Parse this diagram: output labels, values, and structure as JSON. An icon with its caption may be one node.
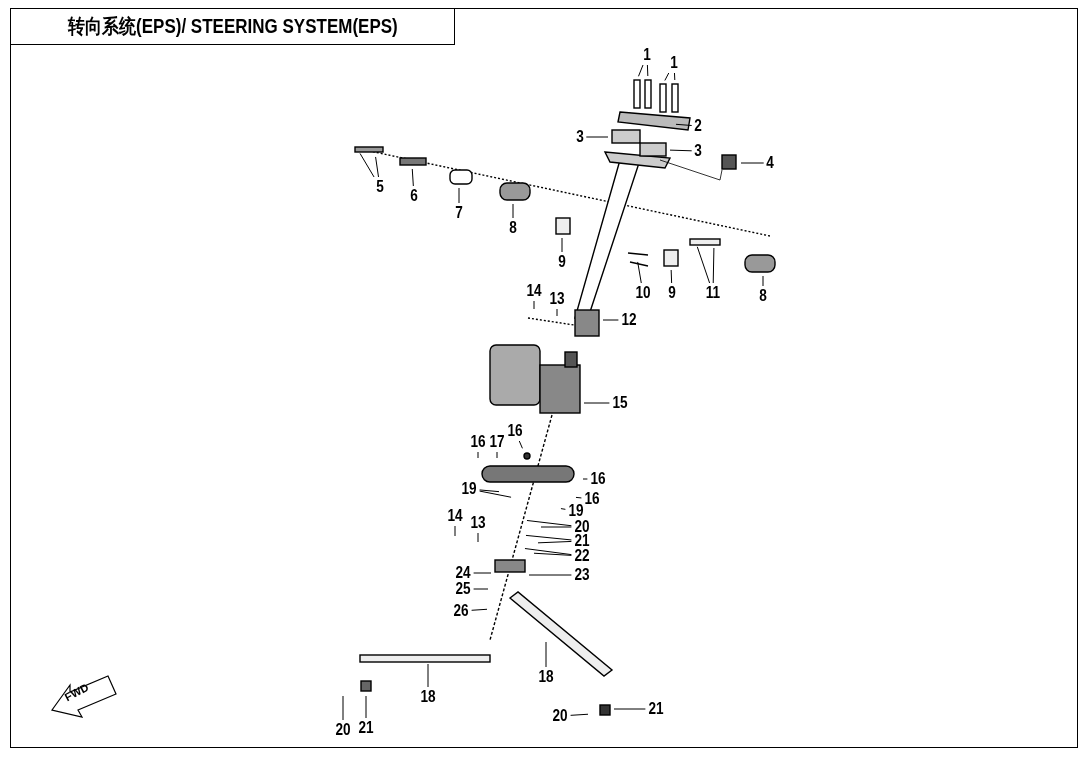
{
  "diagram": {
    "title": "转向系统(EPS)/ STEERING SYSTEM(EPS)",
    "nodes": [
      {
        "text": [
          "1"
        ]
      },
      {
        "text": [
          "1"
        ]
      },
      {
        "text": [
          "2"
        ]
      },
      {
        "text": [
          "3"
        ]
      },
      {
        "text": [
          "3"
        ]
      },
      {
        "text": [
          "4"
        ]
      },
      {
        "text": [
          "5"
        ]
      },
      {
        "text": [
          "6"
        ]
      },
      {
        "text": [
          "7"
        ]
      },
      {
        "text": [
          "8"
        ]
      },
      {
        "text": [
          "9"
        ]
      },
      {
        "text": [
          "10"
        ]
      },
      {
        "text": [
          "9"
        ]
      },
      {
        "text": [
          "11"
        ]
      },
      {
        "text": [
          "8"
        ]
      },
      {
        "text": [
          "14"
        ]
      },
      {
        "text": [
          "13"
        ]
      },
      {
        "text": [
          "12"
        ]
      },
      {
        "text": [
          "15"
        ]
      },
      {
        "text": [
          "16"
        ]
      },
      {
        "text": [
          "17"
        ]
      },
      {
        "text": [
          "16"
        ]
      },
      {
        "text": [
          "16"
        ]
      },
      {
        "text": [
          "16"
        ]
      },
      {
        "text": [
          "19"
        ]
      },
      {
        "text": [
          "19"
        ]
      },
      {
        "text": [
          "14"
        ]
      },
      {
        "text": [
          "13"
        ]
      },
      {
        "text": [
          "20"
        ]
      },
      {
        "text": [
          "21"
        ]
      },
      {
        "text": [
          "22"
        ]
      },
      {
        "text": [
          "24"
        ]
      },
      {
        "text": [
          "23"
        ]
      },
      {
        "text": [
          "25"
        ]
      },
      {
        "text": [
          "26"
        ]
      },
      {
        "text": [
          "18"
        ]
      },
      {
        "text": [
          "18"
        ]
      },
      {
        "text": [
          "20"
        ]
      },
      {
        "text": [
          "21"
        ]
      },
      {
        "text": [
          "20"
        ]
      },
      {
        "text": [
          "21"
        ]
      }
    ],
    "edges": [
      {
        "from": 0,
        "to": null,
        "arrow": "none"
      },
      {
        "from": 0,
        "to": null,
        "arrow": "none"
      },
      {
        "from": 1,
        "to": null,
        "arrow": "none"
      },
      {
        "from": 1,
        "to": null,
        "arrow": "none"
      },
      {
        "from": 2,
        "to": null,
        "arrow": "none"
      },
      {
        "from": 3,
        "to": null,
        "arrow": "none"
      },
      {
        "from": 4,
        "to": null,
        "arrow": "none"
      },
      {
        "from": 5,
        "to": null,
        "arrow": "none"
      },
      {
        "from": 6,
        "to": null,
        "arrow": "none"
      },
      {
        "from": 6,
        "to": null,
        "arrow": "none"
      },
      {
        "from": 7,
        "to": null,
        "arrow": "none"
      },
      {
        "from": 8,
        "to": null,
        "arrow": "none"
      },
      {
        "from": 9,
        "to": null,
        "arrow": "none"
      },
      {
        "from": 10,
        "to": null,
        "arrow": "none"
      },
      {
        "from": 11,
        "to": null,
        "arrow": "none"
      },
      {
        "from": 12,
        "to": null,
        "arrow": "none"
      },
      {
        "from": 13,
        "to": null,
        "arrow": "none"
      },
      {
        "from": 13,
        "to": null,
        "arrow": "none"
      },
      {
        "from": 14,
        "to": null,
        "arrow": "none"
      },
      {
        "from": 15,
        "to": null,
        "arrow": "none"
      },
      {
        "from": 16,
        "to": null,
        "arrow": "none"
      },
      {
        "from": 17,
        "to": null,
        "arrow": "none"
      },
      {
        "from": 18,
        "to": null,
        "arrow": "none"
      },
      {
        "from": 19,
        "to": null,
        "arrow": "none"
      },
      {
        "from": 20,
        "to": null,
        "arrow": "none"
      },
      {
        "from": 21,
        "to": null,
        "arrow": "none"
      },
      {
        "from": 22,
        "to": null,
        "arrow": "none"
      },
      {
        "from": 23,
        "to": null,
        "arrow": "none"
      },
      {
        "from": 24,
        "to": null,
        "arrow": "none"
      },
      {
        "from": 24,
        "to": null,
        "arrow": "none"
      },
      {
        "from": 25,
        "to": null,
        "arrow": "none"
      },
      {
        "from": 26,
        "to": null,
        "arrow": "none"
      },
      {
        "from": 27,
        "to": null,
        "arrow": "none"
      },
      {
        "from": 28,
        "to": null,
        "arrow": "none"
      },
      {
        "from": 28,
        "to": null,
        "arrow": "none"
      },
      {
        "from": 29,
        "to": null,
        "arrow": "none"
      },
      {
        "from": 29,
        "to": null,
        "arrow": "none"
      },
      {
        "from": 30,
        "to": null,
        "arrow": "none"
      },
      {
        "from": 30,
        "to": null,
        "arrow": "none"
      },
      {
        "from": 31,
        "to": null,
        "arrow": "none"
      },
      {
        "from": 32,
        "to": null,
        "arrow": "none"
      },
      {
        "from": 33,
        "to": null,
        "arrow": "none"
      },
      {
        "from": 34,
        "to": null,
        "arrow": "none"
      },
      {
        "from": 35,
        "to": null,
        "arrow": "none"
      },
      {
        "from": 36,
        "to": null,
        "arrow": "none"
      },
      {
        "from": 37,
        "to": null,
        "arrow": "none"
      },
      {
        "from": 38,
        "to": null,
        "arrow": "none"
      },
      {
        "from": 39,
        "to": null,
        "arrow": "none"
      },
      {
        "from": 40,
        "to": null,
        "arrow": "none"
      }
    ],
    "labels": [
      "FWD"
    ]
  }
}
